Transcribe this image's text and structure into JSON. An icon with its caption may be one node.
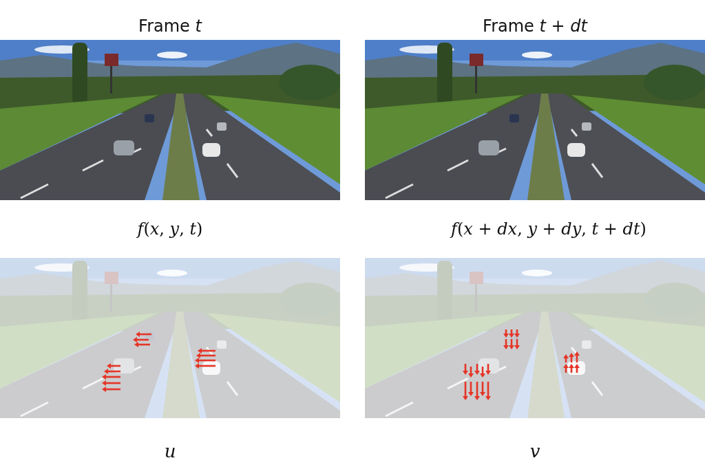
{
  "diagram": {
    "labels": [
      "Frame *t*",
      "Frame *t* + *dt*",
      "*f*(*x*, *y*, *t*)",
      "*f*(*x* + *dx*, *y* + *dy*, *t* + *dt*)",
      "u",
      "v"
    ]
  }
}
